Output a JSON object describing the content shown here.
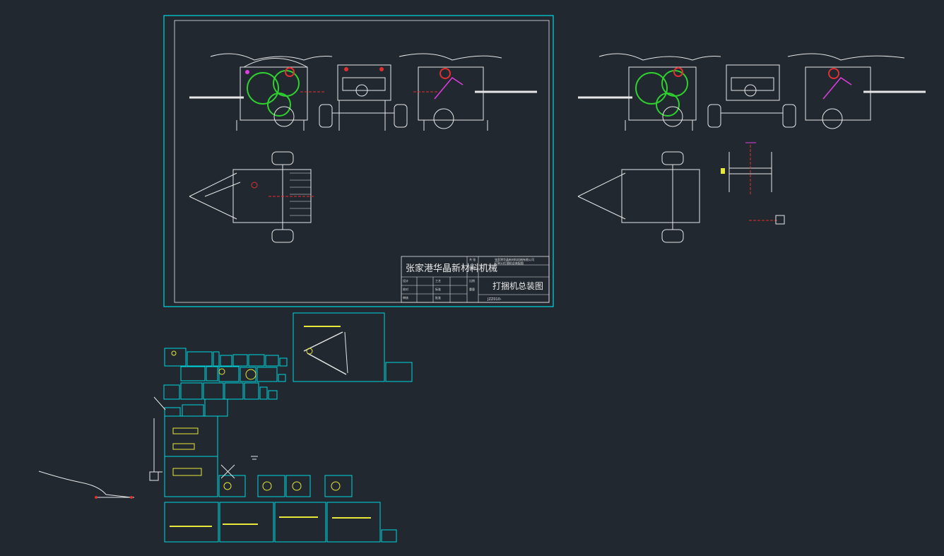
{
  "title_block": {
    "company": "张家港华晶新材料机械",
    "drawing_name": "打捆机总装图",
    "drawing_number": "JZZ010-",
    "project_line1": "张家港华晶新材料机械有限公司",
    "project_line2": "FTB(x)打捆机总装配图",
    "labels": [
      "设计",
      "校对",
      "审核",
      "工艺",
      "标准",
      "批准",
      "比例",
      "重量",
      "共 张",
      "第 张"
    ]
  },
  "colors": {
    "background": "#212830",
    "frame": "#00d8e0",
    "line_white": "#e6e6e6",
    "part_green": "#2fd12f",
    "part_yellow": "#e8e83a",
    "part_red": "#e23030",
    "part_magenta": "#e23ce2"
  },
  "icons": {
    "ucs": "ucs-axis-icon",
    "cursor": "crosshair-icon"
  }
}
